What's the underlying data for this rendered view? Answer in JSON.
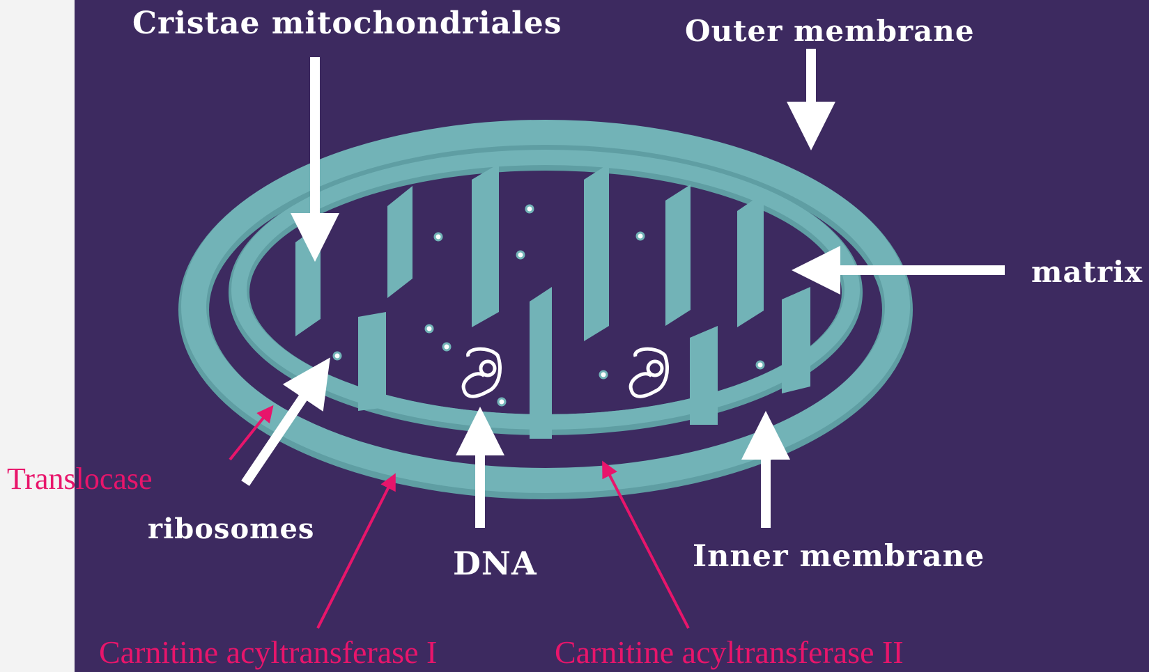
{
  "labels": {
    "cristae": "Cristae mitochondriales",
    "outer_membrane": "Outer membrane",
    "matrix": "matrix",
    "translocase": "Translocase",
    "ribosomes": "ribosomes",
    "dna": "DNA",
    "inner_membrane": "Inner membrane",
    "cat1": "Carnitine acyltransferase I",
    "cat2": "Carnitine acyltransferase II"
  },
  "colors": {
    "background": "#3d2a60",
    "slide": "#f3f3f3",
    "membrane": "#72b3b7",
    "membrane_shade": "#5f9ea3",
    "white_label": "#ffffff",
    "pink_label": "#e8156b"
  },
  "icons": {
    "dna_glyph": "dna-loop-icon",
    "ribosome": "dot-icon",
    "pointer": "arrow-icon"
  }
}
